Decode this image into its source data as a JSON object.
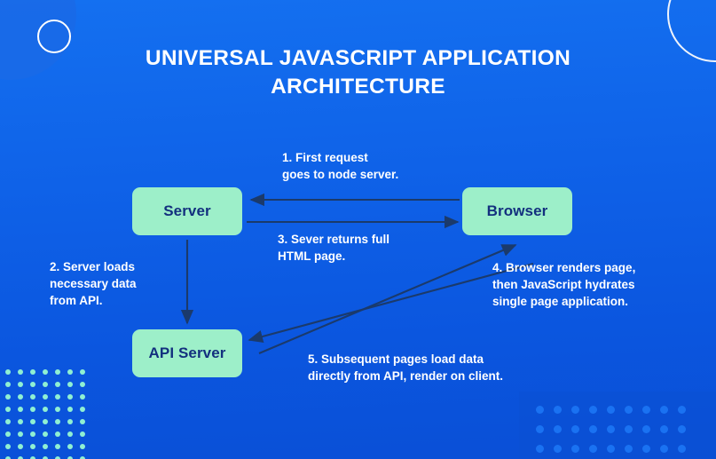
{
  "slide": {
    "title": "UNIVERSAL JAVASCRIPT APPLICATION ARCHITECTURE",
    "background_color": "#0f62e8",
    "accent_color": "#9defc9",
    "text_color": "#ffffff",
    "node_text_color": "#13307e",
    "arrow_color": "#1b3a6b"
  },
  "nodes": [
    {
      "id": "server",
      "label": "Server"
    },
    {
      "id": "browser",
      "label": "Browser"
    },
    {
      "id": "api-server",
      "label": "API Server"
    }
  ],
  "steps": [
    {
      "number": "1.",
      "text": "1.  First request\ngoes to node server.",
      "from": "browser",
      "to": "server"
    },
    {
      "number": "2.",
      "text": "2. Server loads\nnecessary data\nfrom API.",
      "from": "server",
      "to": "api-server"
    },
    {
      "number": "3.",
      "text": "3.  Sever returns full\nHTML page.",
      "from": "server",
      "to": "browser"
    },
    {
      "number": "4.",
      "text": "4. Browser renders page,\nthen JavaScript hydrates\nsingle page application.",
      "from": "api-server",
      "to": "browser"
    },
    {
      "number": "5.",
      "text": "5. Subsequent pages load data\ndirectly from API, render on client.",
      "from": "browser",
      "to": "api-server"
    }
  ],
  "decorations": {
    "ring_top_left": "outlined-circle",
    "blob_top_left": "filled-circle",
    "ring_top_right": "outlined-circle",
    "dots_bottom_left": {
      "icon": "dot-grid-icon",
      "columns": 7,
      "rows": 8,
      "color": "#8ff0d2"
    },
    "dots_bottom_right": {
      "icon": "dot-grid-icon",
      "columns": 9,
      "rows": 3,
      "color": "#1a72f2"
    }
  }
}
